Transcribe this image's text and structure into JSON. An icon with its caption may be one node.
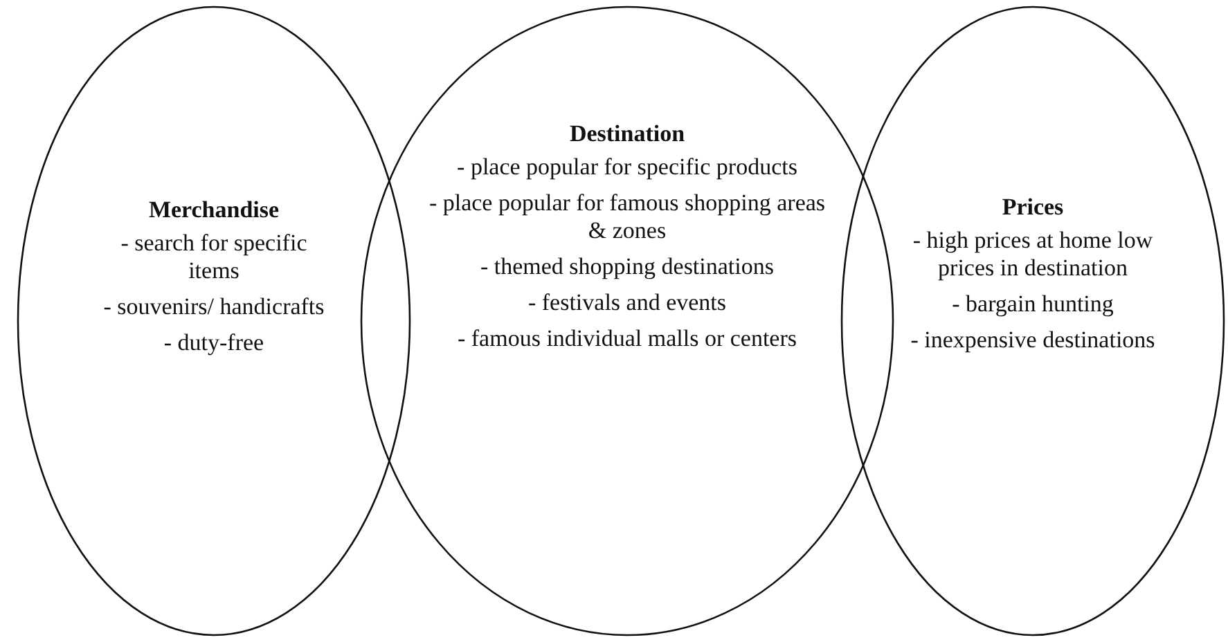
{
  "diagram": {
    "nodes": [
      {
        "text": [
          "Merchandise",
          "- search for specific items",
          "- souvenirs/ handicrafts",
          "- duty-free"
        ]
      },
      {
        "text": [
          "Destination",
          "- place popular for specific products",
          "- place popular for famous shopping areas & zones",
          "- themed shopping destinations",
          "- festivals and events",
          "- famous individual malls or centers"
        ]
      },
      {
        "text": [
          "Prices",
          "- high prices at home low prices in destination",
          "- bargain hunting",
          "- inexpensive destinations"
        ]
      }
    ],
    "edges": []
  }
}
